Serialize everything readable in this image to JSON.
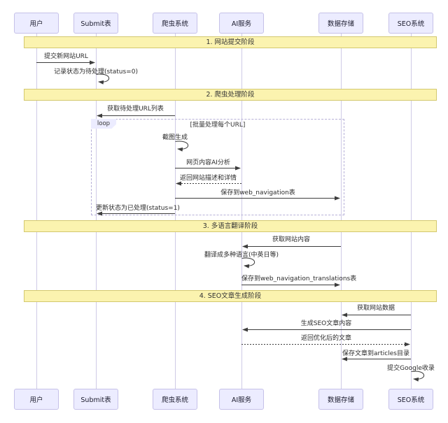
{
  "participants": [
    "用户",
    "Submit表",
    "爬虫系统",
    "AI服务",
    "数据存储",
    "SEO系统"
  ],
  "phases": [
    "1. 网站提交阶段",
    "2. 爬虫处理阶段",
    "3. 多语言翻译阶段",
    "4. SEO文章生成阶段"
  ],
  "loop": {
    "label": "loop",
    "condition": "[批量处理每个URL]"
  },
  "messages": {
    "submit_url": "提交新网站URL",
    "record_pending": "记录状态为待处理(status=0)",
    "fetch_pending_list": "获取待处理URL列表",
    "screenshot": "截图生成",
    "ai_analyze": "网页内容AI分析",
    "return_desc": "返回网站描述和详情",
    "save_web_nav": "保存到web_navigation表",
    "update_processed": "更新状态为已处理(status=1)",
    "get_site_content": "获取网站内容",
    "translate": "翻译成多种语言(中英日等)",
    "save_translations": "保存到web_navigation_translations表",
    "get_site_data": "获取网站数据",
    "gen_seo": "生成SEO文章内容",
    "return_article": "返回优化后的文章",
    "save_articles": "保存文章到articles目录",
    "submit_google": "提交Google收录"
  },
  "colors": {
    "participant_fill": "#ECECFF",
    "participant_border": "#C5C0E8",
    "phase_band_fill": "#FBF3AF",
    "phase_band_border": "#D3C86F",
    "lifeline": "#CFCAE6",
    "arrow": "#3D3D3D",
    "loop_border": "#B6B0D8"
  }
}
